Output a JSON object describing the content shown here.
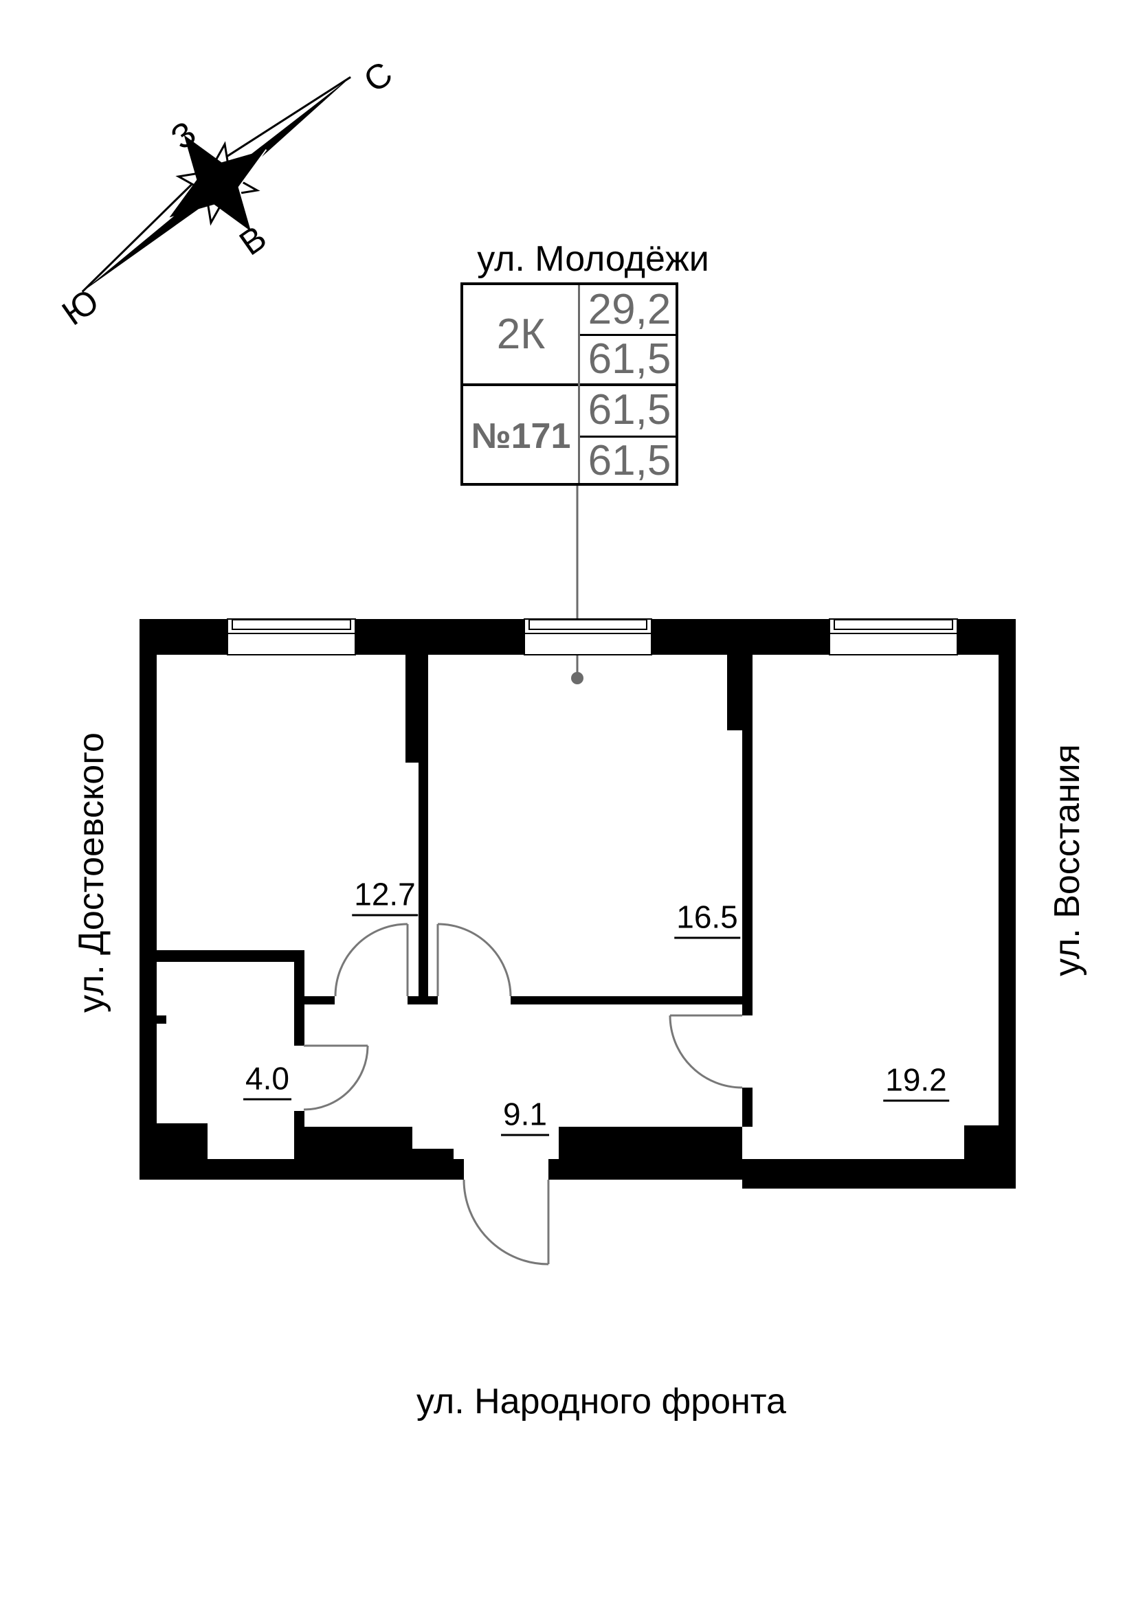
{
  "compass": {
    "north": "С",
    "east": "В",
    "south": "Ю",
    "west": "З"
  },
  "streets": {
    "top": "ул. Молодёжи",
    "left": "ул. Достоевского",
    "right": "ул. Восстания",
    "bottom": "ул. Народного фронта"
  },
  "info_table": {
    "type": "2К",
    "number": "№171",
    "values": [
      "29,2",
      "61,5",
      "61,5",
      "61,5"
    ]
  },
  "rooms": [
    {
      "area": "12.7"
    },
    {
      "area": "16.5"
    },
    {
      "area": "4.0"
    },
    {
      "area": "9.1"
    },
    {
      "area": "19.2"
    }
  ],
  "colors": {
    "wall": "#000000",
    "muted": "#6b6b6b",
    "door": "#787878",
    "background": "#ffffff"
  }
}
